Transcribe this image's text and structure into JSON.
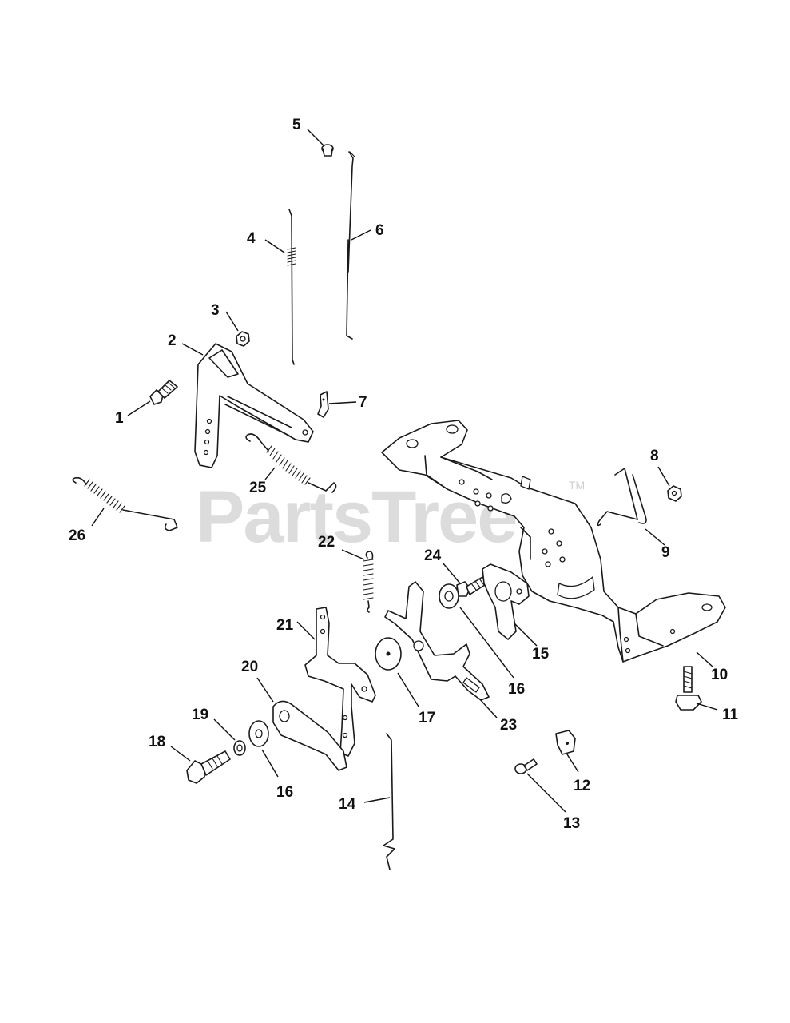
{
  "watermark": {
    "text": "PartsTree",
    "trademark": "TM"
  },
  "callouts": {
    "c1": "1",
    "c2": "2",
    "c3": "3",
    "c4": "4",
    "c5": "5",
    "c6": "6",
    "c7": "7",
    "c8": "8",
    "c9": "9",
    "c10": "10",
    "c11": "11",
    "c12": "12",
    "c13": "13",
    "c14": "14",
    "c15": "15",
    "c16a": "16",
    "c16b": "16",
    "c17": "17",
    "c18": "18",
    "c19": "19",
    "c20": "20",
    "c21": "21",
    "c22": "22",
    "c23": "23",
    "c24": "24",
    "c25": "25",
    "c26": "26"
  },
  "colors": {
    "line": "#1a1a1a",
    "watermark": "#dcdcdc",
    "background": "#ffffff"
  }
}
